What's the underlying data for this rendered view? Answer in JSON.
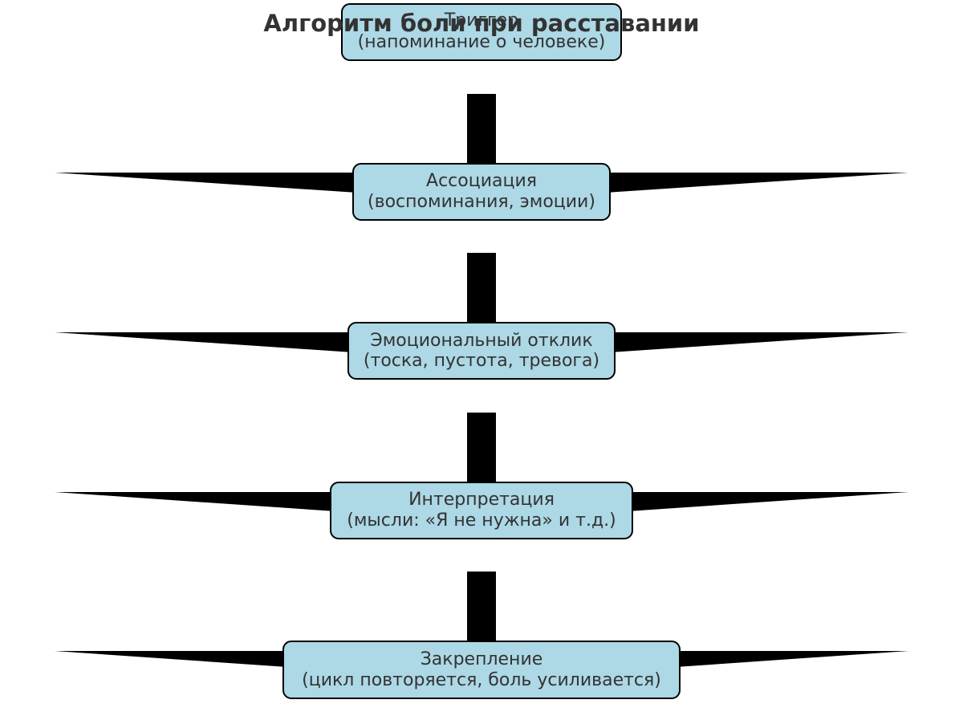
{
  "title": "Алгоритм боли при расставании",
  "nodes": [
    {
      "line1": "Триггер",
      "line2": "(напоминание о человеке)"
    },
    {
      "line1": "Ассоциация",
      "line2": "(воспоминания, эмоции)"
    },
    {
      "line1": "Эмоциональный отклик",
      "line2": "(тоска, пустота, тревога)"
    },
    {
      "line1": "Интерпретация",
      "line2": "(мысли: «Я не нужна» и т.д.)"
    },
    {
      "line1": "Закрепление",
      "line2": "(цикл повторяется, боль усиливается)"
    }
  ],
  "colors": {
    "node_fill": "#add8e6",
    "node_stroke": "#000000",
    "connector": "#000000",
    "text": "#333333"
  }
}
